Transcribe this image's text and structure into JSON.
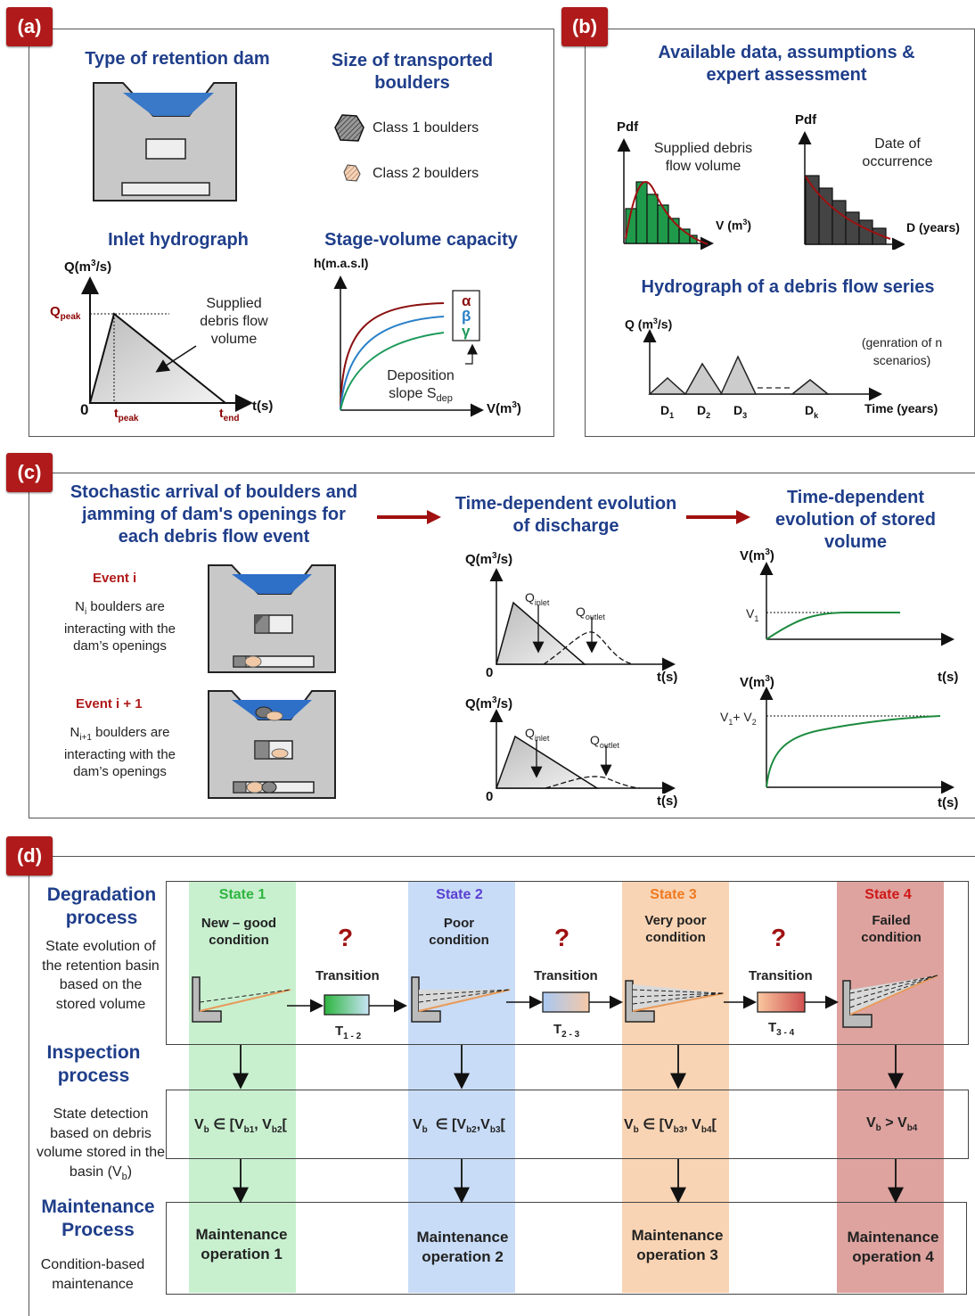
{
  "panel_a": {
    "badge": "(a)",
    "dam_title": "Type of retention dam",
    "boulder_title": "Size of transported boulders",
    "class1": "Class 1 boulders",
    "class2": "Class 2 boulders",
    "hydro_title": "Inlet hydrograph",
    "q_axis": "Q(m³/s)",
    "qpeak": "Qpeak",
    "supplied": "Supplied debris flow volume",
    "zero": "0",
    "tpeak": "tpeak",
    "tend": "tend",
    "ts": "t(s)",
    "stage_title": "Stage-volume capacity",
    "h_axis": "h(m.a.s.l)",
    "alpha": "α",
    "beta": "β",
    "gamma": "γ",
    "deposition": "Deposition slope Sdep",
    "v_axis": "V(m³)"
  },
  "panel_b": {
    "badge": "(b)",
    "title": "Available data, assumptions & expert assessment",
    "pdf1": "Pdf",
    "supplied": "Supplied debris flow volume",
    "v_axis": "V (m³)",
    "pdf2": "Pdf",
    "date": "Date of occurrence",
    "d_axis": "D (years)",
    "hydro_title": "Hydrograph of a debris flow series",
    "q_axis": "Q (m³/s)",
    "scenarios": "(genration of n scenarios)",
    "d1": "D1",
    "d2": "D2",
    "d3": "D3",
    "dk": "Dk",
    "time": "Time (years)"
  },
  "panel_c": {
    "badge": "(c)",
    "title1": "Stochastic arrival of boulders and jamming of dam's openings for each debris flow event",
    "title2": "Time-dependent evolution of discharge",
    "title3": "Time-dependent evolution of stored volume",
    "event_i": "Event i",
    "event_i_desc": "Ni boulders are interacting with the dam's openings",
    "event_i1": "Event i + 1",
    "event_i1_desc": "Ni+1 boulders are interacting with the dam's openings",
    "q_axis": "Q(m³/s)",
    "qinlet": "Qinlet",
    "qoutlet": "Qoutlet",
    "zero": "0",
    "ts": "t(s)",
    "v_axis": "V(m³)",
    "v1": "V1",
    "v1v2": "V1+ V2"
  },
  "panel_d": {
    "badge": "(d)",
    "degradation": "Degradation process",
    "degradation_desc": "State evolution of the retention basin based on the stored volume",
    "inspection": "Inspection process",
    "inspection_desc": "State detection based on debris volume stored in the basin (Vb)",
    "maintenance": "Maintenance Process",
    "maintenance_desc": "Condition-based maintenance",
    "states": [
      {
        "label": "State 1",
        "cond": "New – good condition",
        "range": "Vb ∈ [Vb1, Vb2[",
        "maint": "Maintenance operation 1",
        "color": "#2db53f",
        "bg": "#c8f0cf"
      },
      {
        "label": "State 2",
        "cond": "Poor condition",
        "range": "Vb  ∈ [Vb2,Vb3[",
        "maint": "Maintenance operation 2",
        "color": "#5a3fd0",
        "bg": "#c8dcf7"
      },
      {
        "label": "State 3",
        "cond": "Very poor condition",
        "range": "Vb ∈ [Vb3, Vb4[",
        "maint": "Maintenance operation 3",
        "color": "#ee7a20",
        "bg": "#f9d4b4"
      },
      {
        "label": "State 4",
        "cond": "Failed condition",
        "range": "Vb > Vb4",
        "maint": "Maintenance operation 4",
        "color": "#d01818",
        "bg": "#dea39f"
      }
    ],
    "transitions": [
      {
        "label": "Transition",
        "sub": "T1 - 2",
        "qm": "?"
      },
      {
        "label": "Transition",
        "sub": "T2 - 3",
        "qm": "?"
      },
      {
        "label": "Transition",
        "sub": "T3 - 4",
        "qm": "?"
      }
    ]
  }
}
